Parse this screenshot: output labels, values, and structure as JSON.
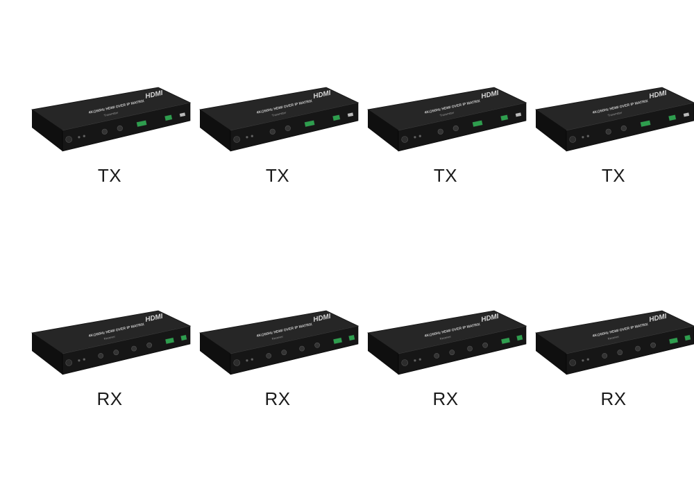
{
  "products": {
    "transmitters": [
      {
        "label": "TX",
        "front_text": "4K@60Hz HDMI OVER IP MATRIX",
        "sub_text": "Transmitter",
        "logo": "HDMI"
      },
      {
        "label": "TX",
        "front_text": "4K@60Hz HDMI OVER IP MATRIX",
        "sub_text": "Transmitter",
        "logo": "HDMI"
      },
      {
        "label": "TX",
        "front_text": "4K@60Hz HDMI OVER IP MATRIX",
        "sub_text": "Transmitter",
        "logo": "HDMI"
      },
      {
        "label": "TX",
        "front_text": "4K@60Hz HDMI OVER IP MATRIX",
        "sub_text": "Transmitter",
        "logo": "HDMI"
      }
    ],
    "receivers": [
      {
        "label": "RX",
        "front_text": "4K@60Hz HDMI OVER IP MATRIX",
        "sub_text": "Receiver",
        "logo": "HDMI"
      },
      {
        "label": "RX",
        "front_text": "4K@60Hz HDMI OVER IP MATRIX",
        "sub_text": "Receiver",
        "logo": "HDMI"
      },
      {
        "label": "RX",
        "front_text": "4K@60Hz HDMI OVER IP MATRIX",
        "sub_text": "Receiver",
        "logo": "HDMI"
      },
      {
        "label": "RX",
        "front_text": "4K@60Hz HDMI OVER IP MATRIX",
        "sub_text": "Receiver",
        "logo": "HDMI"
      }
    ]
  },
  "colors": {
    "background": "#ffffff",
    "device_body": "#1c1c1c",
    "device_top": "#2a2a2a",
    "terminal_green": "#2e9e4e",
    "label_text": "#1a1a1a"
  }
}
